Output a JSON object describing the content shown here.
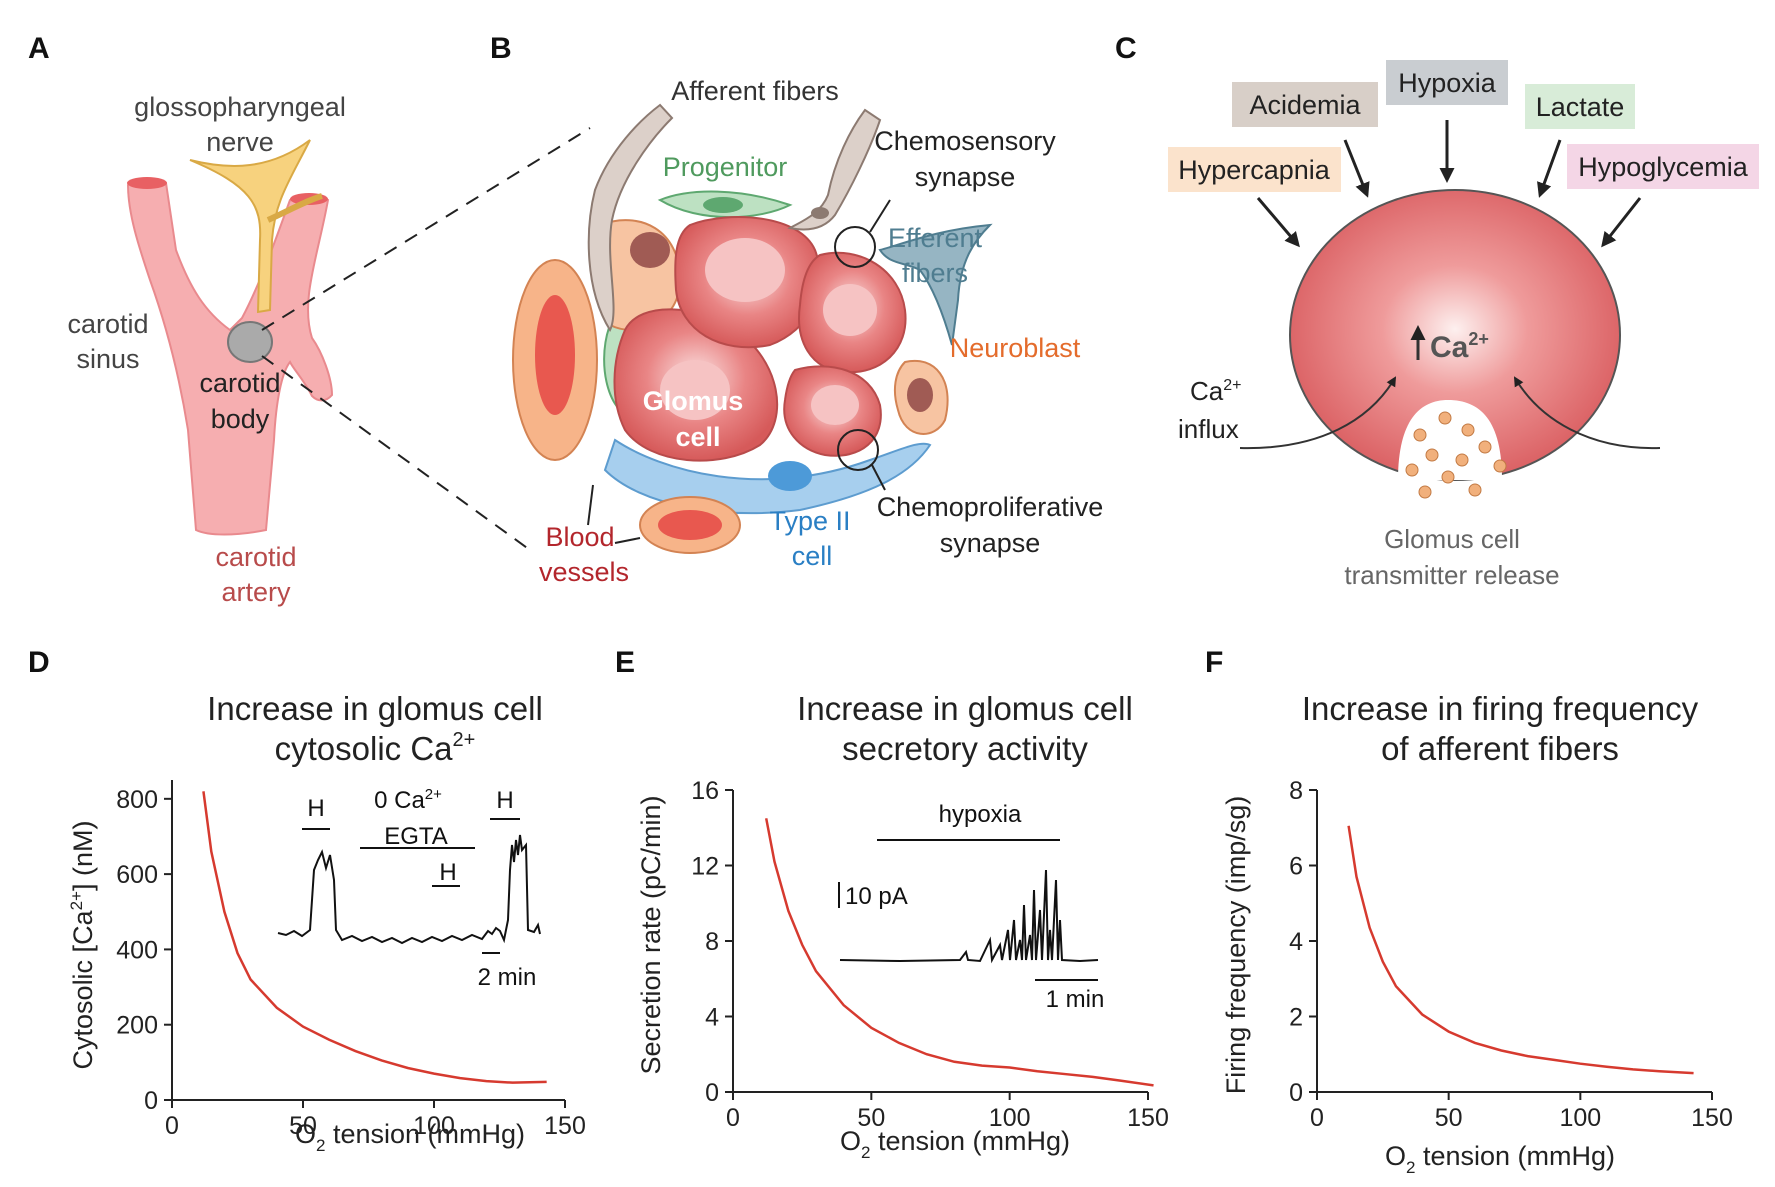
{
  "panel_letters": {
    "a": "A",
    "b": "B",
    "c": "C",
    "d": "D",
    "e": "E",
    "f": "F"
  },
  "panel_a": {
    "nerve": [
      "glossopharyngeal",
      "nerve"
    ],
    "sinus": [
      "carotid",
      "sinus"
    ],
    "body": [
      "carotid",
      "body"
    ],
    "artery": [
      "carotid",
      "artery"
    ]
  },
  "panel_b": {
    "afferent": "Afferent fibers",
    "progenitor": "Progenitor",
    "chemosensory": [
      "Chemosensory",
      "synapse"
    ],
    "efferent": [
      "Efferent",
      "fibers"
    ],
    "neuroblast": "Neuroblast",
    "glomus": [
      "Glomus",
      "cell"
    ],
    "blood": [
      "Blood",
      "vessels"
    ],
    "type2": [
      "Type II",
      "cell"
    ],
    "chemoprolif": [
      "Chemoproliferative",
      "synapse"
    ]
  },
  "panel_c": {
    "stimuli": [
      {
        "label": "Hypoxia",
        "color": "#c9cdd1"
      },
      {
        "label": "Acidemia",
        "color": "#d8cfc8"
      },
      {
        "label": "Lactate",
        "color": "#d8ecd8"
      },
      {
        "label": "Hypercapnia",
        "color": "#fbe3cc"
      },
      {
        "label": "Hypoglycemia",
        "color": "#f4d6e6"
      }
    ],
    "ca_center": "Ca",
    "ca_sup": "2+",
    "influx_ca": "Ca",
    "influx_sup": "2+",
    "influx_word": "influx",
    "release": [
      "Glomus cell",
      "transmitter release"
    ]
  },
  "chart_data": [
    {
      "type": "line",
      "title": [
        "Increase in glomus cell",
        "cytosolic Ca"
      ],
      "title_sup": "2+",
      "ylabel_parts": [
        "Cytosolic [Ca",
        "2+",
        "] (nM)"
      ],
      "xlabel_parts": [
        "O",
        "2",
        " tension (mmHg)"
      ],
      "xlim": [
        0,
        150
      ],
      "ylim": [
        0,
        850
      ],
      "xticks": [
        0,
        50,
        100,
        150
      ],
      "yticks": [
        0,
        200,
        400,
        600,
        800
      ],
      "series": [
        {
          "x": [
            12,
            15,
            20,
            25,
            30,
            40,
            50,
            60,
            70,
            80,
            90,
            100,
            110,
            120,
            130,
            143
          ],
          "y": [
            820,
            660,
            500,
            390,
            320,
            245,
            195,
            160,
            130,
            105,
            85,
            70,
            58,
            50,
            46,
            48
          ]
        }
      ],
      "inset": {
        "labels": {
          "h1": "H",
          "ca0": "0 Ca",
          "ca0_sup": "2+",
          "egta": "EGTA",
          "h2": "H",
          "h3": "H",
          "scale": "2 min"
        }
      }
    },
    {
      "type": "line",
      "title": [
        "Increase in glomus cell",
        "secretory activity"
      ],
      "ylabel": "Secretion rate (pC/min)",
      "xlabel_parts": [
        "O",
        "2",
        " tension (mmHg)"
      ],
      "xlim": [
        0,
        150
      ],
      "ylim": [
        0,
        16
      ],
      "xticks": [
        0,
        50,
        100,
        150
      ],
      "yticks": [
        0,
        4,
        8,
        12,
        16
      ],
      "series": [
        {
          "x": [
            12,
            15,
            20,
            25,
            30,
            40,
            50,
            60,
            70,
            80,
            90,
            100,
            110,
            120,
            130,
            140,
            152
          ],
          "y": [
            14.5,
            12.2,
            9.6,
            7.8,
            6.4,
            4.6,
            3.4,
            2.6,
            2.0,
            1.6,
            1.4,
            1.3,
            1.1,
            0.95,
            0.8,
            0.6,
            0.35
          ]
        }
      ],
      "inset": {
        "labels": {
          "hypoxia": "hypoxia",
          "scale_y": "10 pA",
          "scale_x": "1 min"
        }
      }
    },
    {
      "type": "line",
      "title": [
        "Increase in firing frequency",
        "of afferent fibers"
      ],
      "ylabel": "Firing frequency (imp/sg)",
      "xlabel_parts": [
        "O",
        "2",
        " tension (mmHg)"
      ],
      "xlim": [
        0,
        150
      ],
      "ylim": [
        0,
        8
      ],
      "xticks": [
        0,
        50,
        100,
        150
      ],
      "yticks": [
        0,
        2,
        4,
        6,
        8
      ],
      "series": [
        {
          "x": [
            12,
            15,
            20,
            25,
            30,
            40,
            50,
            60,
            70,
            80,
            90,
            100,
            110,
            120,
            130,
            143
          ],
          "y": [
            7.05,
            5.7,
            4.35,
            3.45,
            2.8,
            2.05,
            1.6,
            1.3,
            1.1,
            0.95,
            0.85,
            0.75,
            0.67,
            0.6,
            0.55,
            0.5
          ]
        }
      ]
    }
  ]
}
